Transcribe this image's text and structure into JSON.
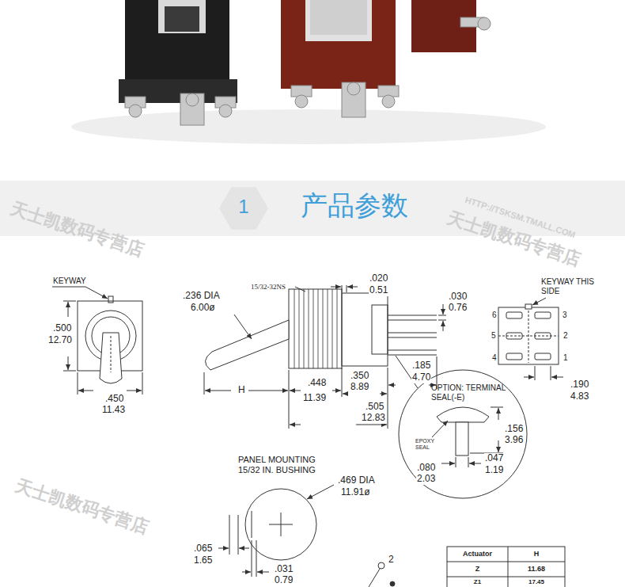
{
  "diagram": {
    "nodes": [
      {
        "text": [
          "产品参数"
        ]
      },
      {
        "text": [
          "1"
        ],
        "in": 0
      },
      {
        "text": [
          "OPTION: TERMINAL SEAL(-E)"
        ]
      }
    ],
    "labels": [
      "KEYWAY",
      ".500",
      "12.70",
      ".450",
      "11.43",
      ".236 DIA",
      "6.00ø",
      "15/32-32NS",
      ".020",
      "0.51",
      ".030",
      "0.76",
      "H",
      ".448",
      "11.39",
      ".350",
      "8.89",
      ".505",
      "12.83",
      ".185",
      "4.70",
      "KEYWAY THIS SIDE",
      "6",
      "3",
      "5",
      "2",
      "4",
      "1",
      ".190",
      "4.83",
      "EPOXY SEAL",
      ".156",
      "3.96",
      ".047",
      "1.19",
      ".080",
      "2.03",
      "PANEL MOUNTING 15/32 IN. BUSHING",
      ".469 DIA",
      "11.91ø",
      ".065",
      "1.65",
      ".031",
      "0.79",
      "2",
      "Actuator",
      "H",
      "Z",
      "11.68",
      "Z1",
      "17.45",
      "天士凯数码专营店",
      "HTTP://TSKSM.TMALL.COM",
      "天士凯数码专营店",
      "天士凯数码专营店"
    ]
  }
}
